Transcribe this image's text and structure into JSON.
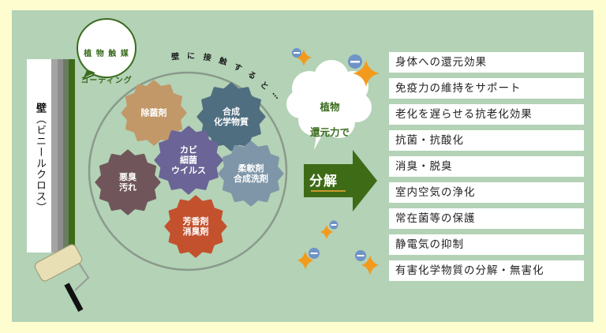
{
  "title_arc": "壁に接触すると…",
  "wall": {
    "label_main": "壁",
    "label_sub": "（ビニールクロス）"
  },
  "coating_bubble": {
    "line1": "植 物 触 媒",
    "line2": "コーティング"
  },
  "cloud_bubble": {
    "line1": "植物",
    "line2": "還元力で"
  },
  "arrow": {
    "label": "分解"
  },
  "substances": [
    {
      "label": "除菌剤",
      "color": "#c29869"
    },
    {
      "label": "合成\n化学物質",
      "color": "#4f6e80"
    },
    {
      "label": "カビ\n細菌\nウイルス",
      "color": "#6a6596"
    },
    {
      "label": "柔軟剤\n合成洗剤",
      "color": "#7f96a8"
    },
    {
      "label": "悪臭\n汚れ",
      "color": "#70565a"
    },
    {
      "label": "芳香剤\n消臭剤",
      "color": "#c4512d"
    }
  ],
  "effects": [
    "身体への還元効果",
    "免疫力の維持をサポート",
    "老化を遅らせる抗老化効果",
    "抗菌・抗酸化",
    "消臭・脱臭",
    "室内空気の浄化",
    "常在菌等の保護",
    "静電気の抑制",
    "有害化学物質の分解・無害化"
  ],
  "icons": {
    "sparkle": "orange-sparkle",
    "electron": "minus-electron"
  },
  "colors": {
    "background": "#fefdd0",
    "panel": "#b3d2b6",
    "accent_green": "#3b6b1e",
    "sparkle_orange": "#f39a1c",
    "electron_blue": "#6f93c7"
  }
}
